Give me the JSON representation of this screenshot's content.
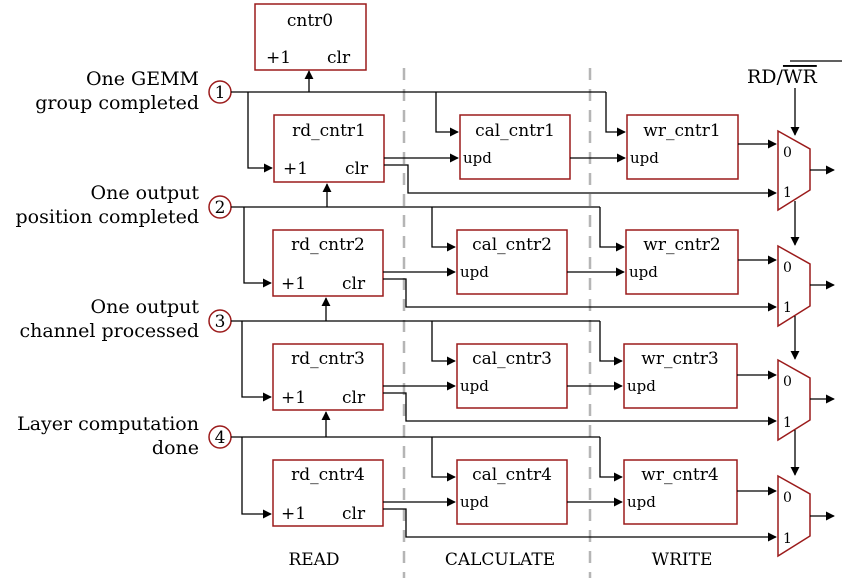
{
  "top_counter": {
    "name": "cntr0",
    "inc": "+1",
    "clr": "clr"
  },
  "rd_wr_label": {
    "rd": "RD/",
    "wr": "WR"
  },
  "events": [
    {
      "num": "1",
      "line1": "One GEMM",
      "line2": "group completed"
    },
    {
      "num": "2",
      "line1": "One output",
      "line2": "position completed"
    },
    {
      "num": "3",
      "line1": "One output",
      "line2": "channel processed"
    },
    {
      "num": "4",
      "line1": "Layer computation",
      "line2": "done"
    }
  ],
  "rows": [
    {
      "rd": "rd_cntr1",
      "cal": "cal_cntr1",
      "wr": "wr_cntr1"
    },
    {
      "rd": "rd_cntr2",
      "cal": "cal_cntr2",
      "wr": "wr_cntr2"
    },
    {
      "rd": "rd_cntr3",
      "cal": "cal_cntr3",
      "wr": "wr_cntr3"
    },
    {
      "rd": "rd_cntr4",
      "cal": "cal_cntr4",
      "wr": "wr_cntr4"
    }
  ],
  "port_labels": {
    "inc": "+1",
    "clr": "clr",
    "upd": "upd",
    "mux0": "0",
    "mux1": "1"
  },
  "stages": [
    "READ",
    "CALCULATE",
    "WRITE"
  ]
}
